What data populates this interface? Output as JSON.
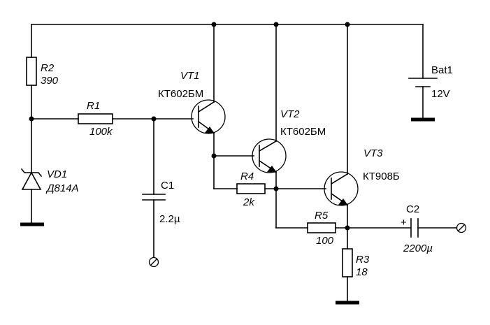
{
  "components": {
    "r2": {
      "ref": "R2",
      "value": "390"
    },
    "r1": {
      "ref": "R1",
      "value": "100k"
    },
    "vd1": {
      "ref": "VD1",
      "value": "Д814А"
    },
    "c1": {
      "ref": "C1",
      "value": "2.2µ"
    },
    "vt1": {
      "ref": "VT1",
      "value": "КТ602БМ"
    },
    "vt2": {
      "ref": "VT2",
      "value": "КТ602БМ"
    },
    "vt3": {
      "ref": "VT3",
      "value": "КТ908Б"
    },
    "r4": {
      "ref": "R4",
      "value": "2k"
    },
    "r5": {
      "ref": "R5",
      "value": "100"
    },
    "r3": {
      "ref": "R3",
      "value": "18"
    },
    "c2": {
      "ref": "C2",
      "value": "2200µ",
      "polarity": "+"
    },
    "bat1": {
      "ref": "Bat1",
      "value": "12V"
    }
  }
}
